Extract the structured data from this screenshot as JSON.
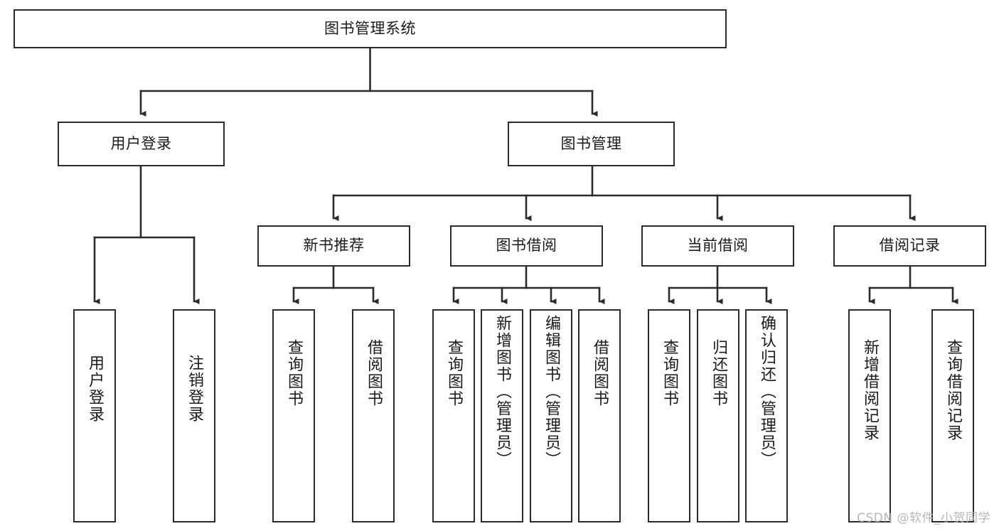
{
  "diagram": {
    "title": "图书管理系统",
    "type": "hierarchy-tree",
    "watermark": "CSDN @软件_小贺同学",
    "colors": {
      "box_border": "#2b2b2b",
      "box_fill": "#ffffff",
      "edge": "#2b2b2b",
      "text": "#1a1a1a",
      "watermark": "#b7b7b7",
      "background": "#ffffff"
    },
    "nodes": {
      "root": {
        "label": "图书管理系统"
      },
      "level1": [
        {
          "id": "user-login",
          "label": "用户登录"
        },
        {
          "id": "book-management",
          "label": "图书管理"
        }
      ],
      "level2": [
        {
          "id": "new-book-recommend",
          "label": "新书推荐"
        },
        {
          "id": "book-borrow",
          "label": "图书借阅"
        },
        {
          "id": "current-borrow",
          "label": "当前借阅"
        },
        {
          "id": "borrow-record",
          "label": "借阅记录"
        }
      ],
      "leaves_user_login": [
        {
          "id": "leaf-user-login",
          "label": "用户登录"
        },
        {
          "id": "leaf-logout",
          "label": "注销登录"
        }
      ],
      "leaves_new_book_recommend": [
        {
          "id": "leaf-query-book-1",
          "label": "查询图书"
        },
        {
          "id": "leaf-borrow-book-1",
          "label": "借阅图书"
        }
      ],
      "leaves_book_borrow": [
        {
          "id": "leaf-query-book-2",
          "label": "查询图书"
        },
        {
          "id": "leaf-add-book",
          "label": "新增图书（管理员）"
        },
        {
          "id": "leaf-edit-book",
          "label": "编辑图书（管理员）"
        },
        {
          "id": "leaf-borrow-book-2",
          "label": "借阅图书"
        }
      ],
      "leaves_current_borrow": [
        {
          "id": "leaf-query-book-3",
          "label": "查询图书"
        },
        {
          "id": "leaf-return-book",
          "label": "归还图书"
        },
        {
          "id": "leaf-confirm-return",
          "label": "确认归还（管理员）"
        }
      ],
      "leaves_borrow_record": [
        {
          "id": "leaf-add-record",
          "label": "新增借阅记录"
        },
        {
          "id": "leaf-query-record",
          "label": "查询借阅记录"
        }
      ]
    }
  }
}
